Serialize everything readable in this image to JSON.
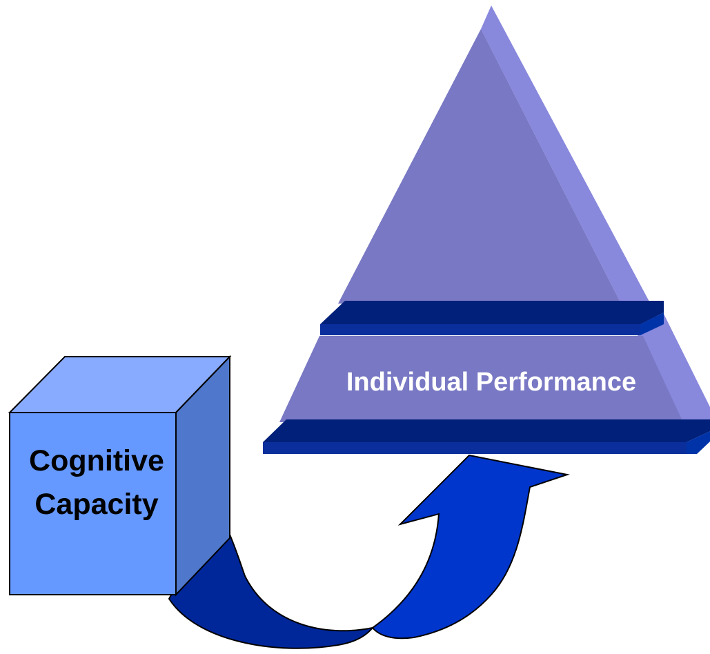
{
  "diagram": {
    "pyramid_label": "Individual Performance",
    "cube_label_line1": "Cognitive",
    "cube_label_line2": "Capacity"
  },
  "colors": {
    "pyramid_front": "#7878c4",
    "pyramid_side": "#8888dd",
    "band_dark": "#00207a",
    "band_face": "#0033a8",
    "cube_front": "#6699ff",
    "cube_top": "#88aaff",
    "cube_side": "#4f78cc",
    "arrow_dark": "#00279a",
    "arrow_light": "#0036cc",
    "pyramid_text": "#ffffff",
    "cube_text": "#000000"
  }
}
